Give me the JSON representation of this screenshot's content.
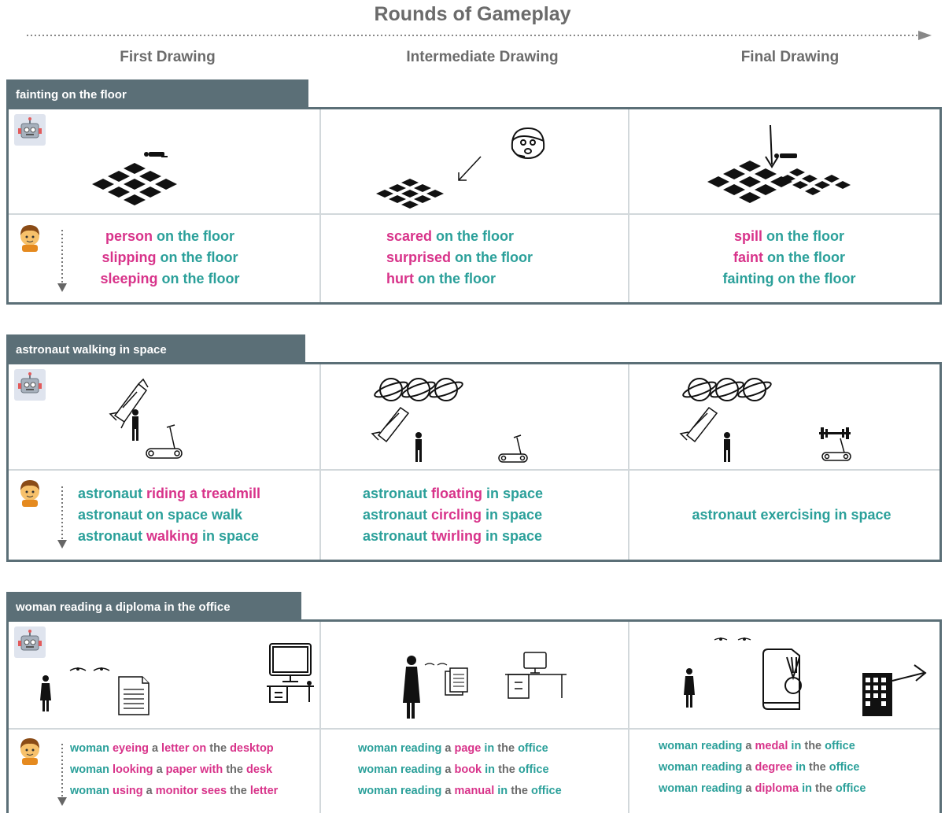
{
  "header": {
    "title": "Rounds of Gameplay",
    "columns": [
      "First Drawing",
      "Intermediate Drawing",
      "Final Drawing"
    ]
  },
  "colors": {
    "pink": "#d8338a",
    "teal": "#2ba09a",
    "gray": "#6b6b6b",
    "panel": "#5b6f77"
  },
  "rows": [
    {
      "label": "fainting on the floor",
      "drawings": [
        [
          "tiled-floor-icon",
          "lying-person-icon"
        ],
        [
          "tiled-floor-icon",
          "arrow-icon",
          "scared-face-icon"
        ],
        [
          "tiled-floor-icon",
          "down-arrow-icon",
          "lying-person-icon"
        ]
      ],
      "guesses": [
        [
          [
            {
              "t": "person",
              "c": "pk"
            },
            {
              "t": " on the ",
              "c": "tl"
            },
            {
              "t": "floor",
              "c": "tl"
            }
          ],
          [
            {
              "t": "slipping",
              "c": "pk"
            },
            {
              "t": " on the ",
              "c": "tl"
            },
            {
              "t": "floor",
              "c": "tl"
            }
          ],
          [
            {
              "t": "sleeping",
              "c": "pk"
            },
            {
              "t": " on the ",
              "c": "tl"
            },
            {
              "t": "floor",
              "c": "tl"
            }
          ]
        ],
        [
          [
            {
              "t": "scared",
              "c": "pk"
            },
            {
              "t": " on the ",
              "c": "tl"
            },
            {
              "t": "floor",
              "c": "tl"
            }
          ],
          [
            {
              "t": "surprised",
              "c": "pk"
            },
            {
              "t": " on the ",
              "c": "tl"
            },
            {
              "t": "floor",
              "c": "tl"
            }
          ],
          [
            {
              "t": "hurt",
              "c": "pk"
            },
            {
              "t": " on the ",
              "c": "tl"
            },
            {
              "t": "floor",
              "c": "tl"
            }
          ]
        ],
        [
          [
            {
              "t": "spill",
              "c": "pk"
            },
            {
              "t": " on the ",
              "c": "tl"
            },
            {
              "t": "floor",
              "c": "tl"
            }
          ],
          [
            {
              "t": "faint",
              "c": "pk"
            },
            {
              "t": " on the ",
              "c": "tl"
            },
            {
              "t": "floor",
              "c": "tl"
            }
          ],
          [
            {
              "t": "fainting",
              "c": "tl"
            },
            {
              "t": " on the ",
              "c": "tl"
            },
            {
              "t": "floor",
              "c": "tl"
            }
          ]
        ]
      ]
    },
    {
      "label": "astronaut walking in space",
      "drawings": [
        [
          "space-shuttle-icon",
          "standing-person-icon",
          "treadmill-icon"
        ],
        [
          "planet-icon",
          "planet-icon",
          "planet-icon",
          "space-shuttle-icon",
          "standing-person-icon",
          "treadmill-icon"
        ],
        [
          "planet-icon",
          "planet-icon",
          "planet-icon",
          "space-shuttle-icon",
          "standing-person-icon",
          "dumbbell-icon",
          "treadmill-icon"
        ]
      ],
      "guesses": [
        [
          [
            {
              "t": "astronaut ",
              "c": "tl"
            },
            {
              "t": "riding a treadmill",
              "c": "pk"
            }
          ],
          [
            {
              "t": "astronaut ",
              "c": "tl"
            },
            {
              "t": "on space walk",
              "c": "tl"
            }
          ],
          [
            {
              "t": "astronaut ",
              "c": "tl"
            },
            {
              "t": "walking",
              "c": "pk"
            },
            {
              "t": " in space",
              "c": "tl"
            }
          ]
        ],
        [
          [
            {
              "t": "astronaut ",
              "c": "tl"
            },
            {
              "t": "floating",
              "c": "pk"
            },
            {
              "t": " in space",
              "c": "tl"
            }
          ],
          [
            {
              "t": "astronaut ",
              "c": "tl"
            },
            {
              "t": "circling",
              "c": "pk"
            },
            {
              "t": " in space",
              "c": "tl"
            }
          ],
          [
            {
              "t": "astronaut ",
              "c": "tl"
            },
            {
              "t": "twirling",
              "c": "pk"
            },
            {
              "t": " in space",
              "c": "tl"
            }
          ]
        ],
        [
          [
            {
              "t": "astronaut ",
              "c": "tl"
            },
            {
              "t": "exercising",
              "c": "tl"
            },
            {
              "t": " in space",
              "c": "tl"
            }
          ]
        ]
      ]
    },
    {
      "label": "woman reading a diploma in the office",
      "drawings": [
        [
          "standing-woman-icon",
          "eyes-icon",
          "document-icon",
          "computer-desk-icon"
        ],
        [
          "standing-woman-icon",
          "eyes-icon",
          "documents-icon",
          "computer-desk-icon"
        ],
        [
          "eyes-icon",
          "standing-woman-icon",
          "book-icon",
          "medal-icon",
          "office-building-icon",
          "arrow-icon"
        ]
      ],
      "guesses": [
        [
          [
            {
              "t": "woman ",
              "c": "tl"
            },
            {
              "t": "eyeing",
              "c": "pk"
            },
            {
              "t": " a ",
              "c": "gr"
            },
            {
              "t": "letter on",
              "c": "pk"
            },
            {
              "t": " the ",
              "c": "gr"
            },
            {
              "t": "desktop",
              "c": "pk"
            }
          ],
          [
            {
              "t": "woman ",
              "c": "tl"
            },
            {
              "t": "looking",
              "c": "pk"
            },
            {
              "t": " a ",
              "c": "gr"
            },
            {
              "t": "paper with",
              "c": "pk"
            },
            {
              "t": " the ",
              "c": "gr"
            },
            {
              "t": "desk",
              "c": "pk"
            }
          ],
          [
            {
              "t": "woman ",
              "c": "tl"
            },
            {
              "t": "using",
              "c": "pk"
            },
            {
              "t": " a ",
              "c": "gr"
            },
            {
              "t": "monitor sees",
              "c": "pk"
            },
            {
              "t": " the ",
              "c": "gr"
            },
            {
              "t": "letter",
              "c": "pk"
            }
          ]
        ],
        [
          [
            {
              "t": "woman reading",
              "c": "tl"
            },
            {
              "t": " a ",
              "c": "gr"
            },
            {
              "t": "page",
              "c": "pk"
            },
            {
              "t": " in ",
              "c": "tl"
            },
            {
              "t": "the ",
              "c": "gr"
            },
            {
              "t": "office",
              "c": "tl"
            }
          ],
          [
            {
              "t": "woman reading",
              "c": "tl"
            },
            {
              "t": " a ",
              "c": "gr"
            },
            {
              "t": "book",
              "c": "pk"
            },
            {
              "t": " in ",
              "c": "tl"
            },
            {
              "t": "the ",
              "c": "gr"
            },
            {
              "t": "office",
              "c": "tl"
            }
          ],
          [
            {
              "t": "woman reading",
              "c": "tl"
            },
            {
              "t": " a ",
              "c": "gr"
            },
            {
              "t": "manual",
              "c": "pk"
            },
            {
              "t": " in ",
              "c": "tl"
            },
            {
              "t": "the ",
              "c": "gr"
            },
            {
              "t": "office",
              "c": "tl"
            }
          ]
        ],
        [
          [
            {
              "t": "woman reading",
              "c": "tl"
            },
            {
              "t": " a ",
              "c": "gr"
            },
            {
              "t": "medal",
              "c": "pk"
            },
            {
              "t": " in ",
              "c": "tl"
            },
            {
              "t": "the ",
              "c": "gr"
            },
            {
              "t": "office",
              "c": "tl"
            }
          ],
          [
            {
              "t": "woman reading",
              "c": "tl"
            },
            {
              "t": " a ",
              "c": "gr"
            },
            {
              "t": "degree",
              "c": "pk"
            },
            {
              "t": " in ",
              "c": "tl"
            },
            {
              "t": "the ",
              "c": "gr"
            },
            {
              "t": "office",
              "c": "tl"
            }
          ],
          [
            {
              "t": "woman reading",
              "c": "tl"
            },
            {
              "t": " a ",
              "c": "gr"
            },
            {
              "t": "diploma",
              "c": "pk"
            },
            {
              "t": " in ",
              "c": "tl"
            },
            {
              "t": "the ",
              "c": "gr"
            },
            {
              "t": "office",
              "c": "tl"
            }
          ]
        ]
      ]
    }
  ]
}
